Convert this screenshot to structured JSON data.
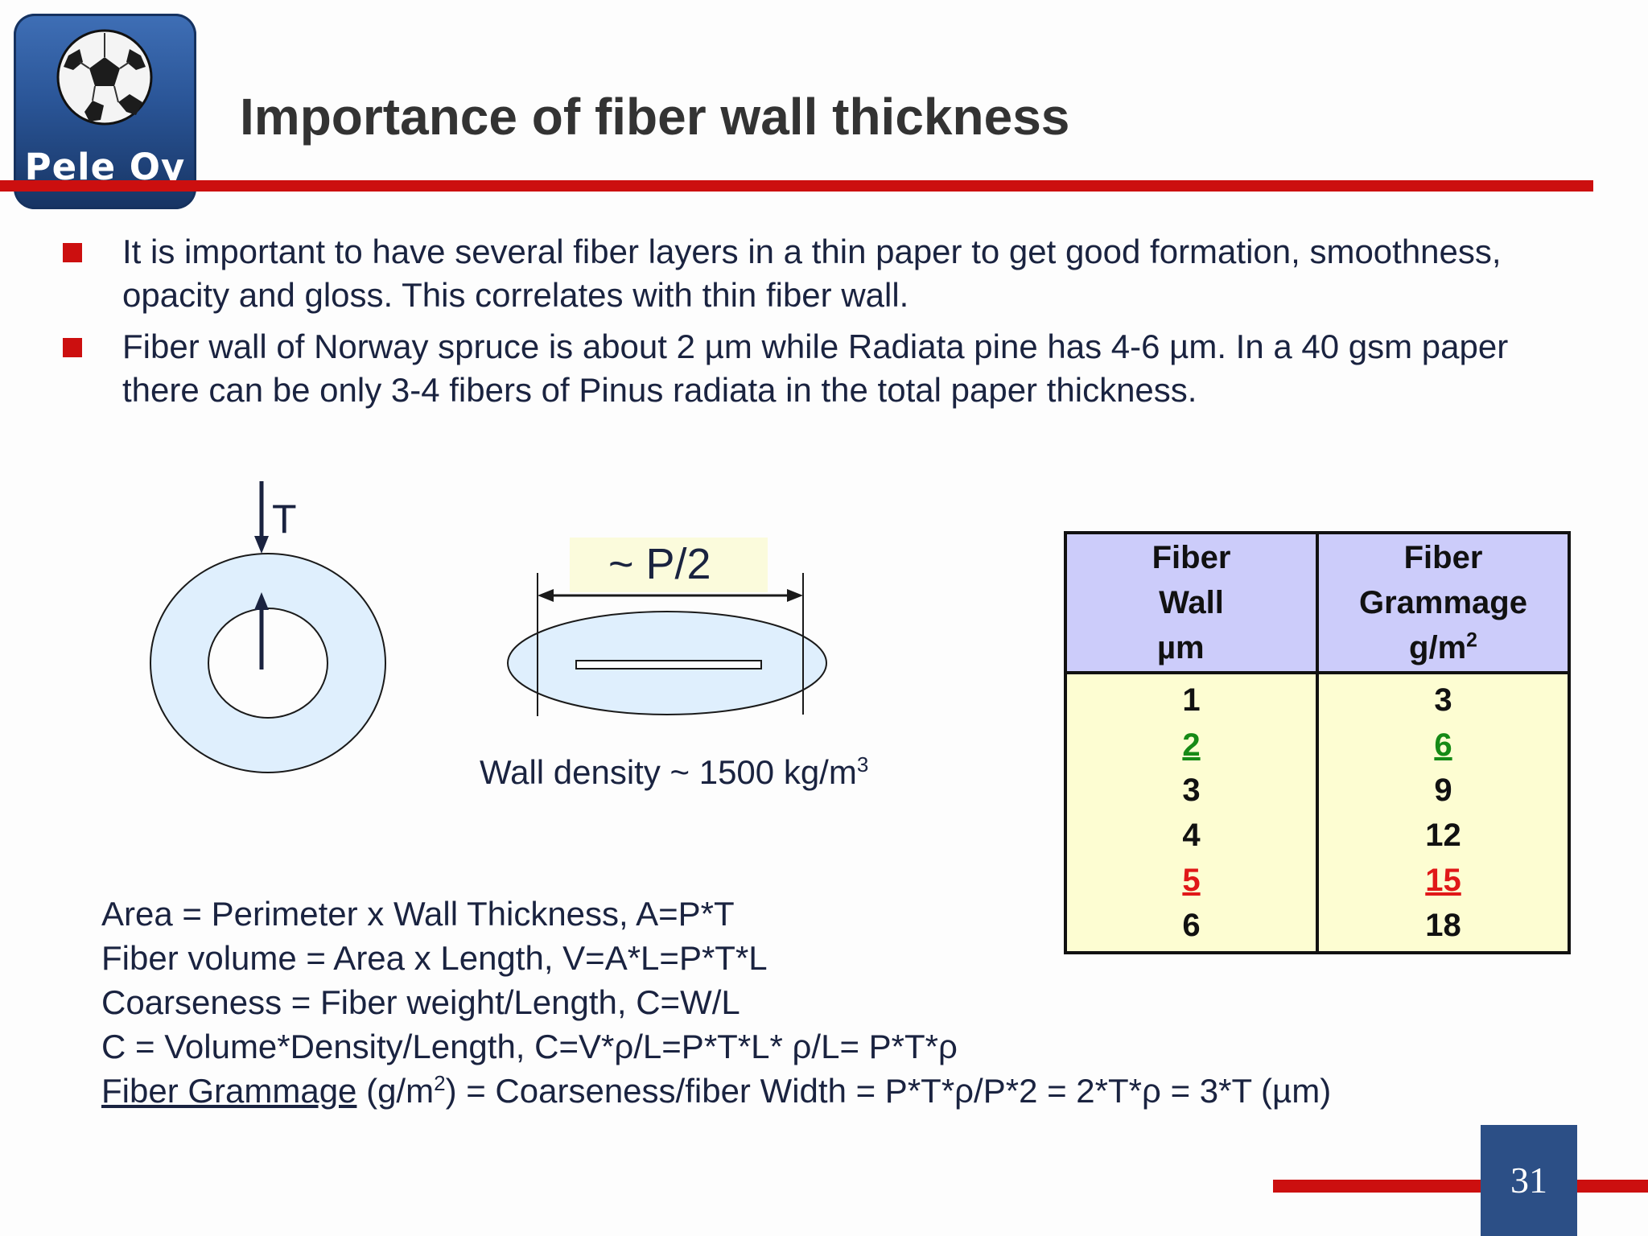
{
  "logo": {
    "text": "Pele Oy",
    "icon": "soccer-ball-icon"
  },
  "title": "Importance of fiber wall thickness",
  "bullets": [
    "It is important to have several fiber layers in a thin paper to get good formation, smoothness, opacity and gloss. This correlates with thin fiber wall.",
    "Fiber wall of Norway spruce is about 2 µm while Radiata pine has 4-6 µm. In a 40 gsm paper there can be only 3-4 fibers of Pinus radiata in the total paper thickness."
  ],
  "diagram": {
    "thickness_label": "T",
    "half_perimeter_label": "~ P/2",
    "density_text": "Wall density ~ 1500 kg/m",
    "density_sup": "3"
  },
  "formulas": {
    "line1": "Area = Perimeter x Wall Thickness, A=P*T",
    "line2": "Fiber volume = Area x Length, V=A*L=P*T*L",
    "line3": "Coarseness = Fiber weight/Length, C=W/L",
    "line4": "C = Volume*Density/Length, C=V*ρ/L=P*T*L* ρ/L= P*T*ρ",
    "line5_term": "Fiber Grammage",
    "line5_unit_pre": " (g/m",
    "line5_unit_sup": "2",
    "line5_rest": ") = Coarseness/fiber Width = P*T*ρ/P*2 = 2*T*ρ  = 3*T (µm)"
  },
  "table": {
    "header_wall": {
      "l1": "Fiber",
      "l2": "Wall",
      "l3": "µm"
    },
    "header_gram": {
      "l1": "Fiber",
      "l2": "Grammage",
      "l3": "g/m",
      "l3_sup": "2"
    },
    "rows": [
      {
        "wall": "1",
        "gram": "3"
      },
      {
        "wall": "2",
        "gram": "6"
      },
      {
        "wall": "3",
        "gram": "9"
      },
      {
        "wall": "4",
        "gram": "12"
      },
      {
        "wall": "5",
        "gram": "15"
      },
      {
        "wall": "6",
        "gram": "18"
      }
    ],
    "highlight_colors": {
      "green": "#168a16",
      "red": "#e01818"
    }
  },
  "colors": {
    "accent_red": "#cc0f0f",
    "logo_blue": "#2a5597",
    "header_fill": "#ccccfa",
    "body_fill": "#fdfdd2"
  },
  "page_number": "31"
}
